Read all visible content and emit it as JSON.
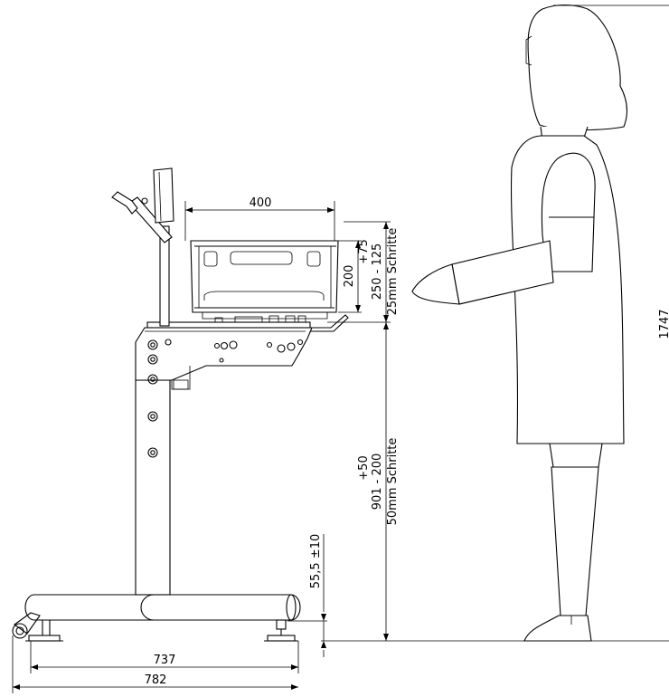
{
  "dimensions": {
    "box_width": "400",
    "box_height": "200",
    "box_adjust": "+75",
    "box_range": "250 - 125",
    "box_steps": "25mm Schritte",
    "table_adjust": "+50",
    "table_range": "901 - 200",
    "table_steps": "50mm Schritte",
    "foot_height": "55,5 ±10",
    "inner_width": "737",
    "outer_width": "782",
    "person_height": "1747"
  }
}
